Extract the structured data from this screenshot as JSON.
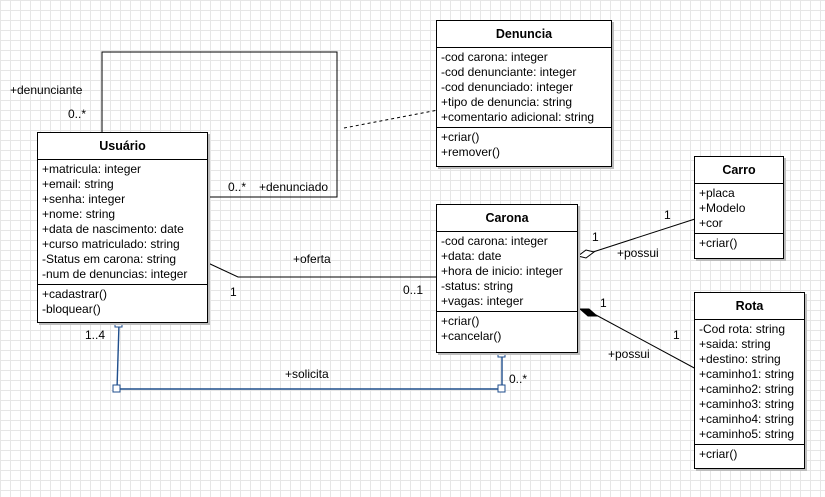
{
  "classes": {
    "denuncia": {
      "name": "Denuncia",
      "attributes": [
        "-cod carona: integer",
        "-cod denunciante: integer",
        "-cod denunciado: integer",
        "+tipo de denuncia: string",
        "+comentario adicional: string"
      ],
      "methods": [
        "+criar()",
        "+remover()"
      ]
    },
    "usuario": {
      "name": "Usuário",
      "attributes": [
        "+matricula: integer",
        "+email: string",
        "+senha: integer",
        "+nome: string",
        "+data de nascimento: date",
        "+curso matriculado: string",
        "-Status em carona: string",
        "-num de denuncias: integer"
      ],
      "methods": [
        "+cadastrar()",
        "-bloquear()"
      ]
    },
    "carro": {
      "name": "Carro",
      "attributes": [
        "+placa",
        "+Modelo",
        "+cor"
      ],
      "methods": [
        "+criar()"
      ]
    },
    "carona": {
      "name": "Carona",
      "attributes": [
        "-cod carona: integer",
        "+data: date",
        "+hora de inicio: integer",
        "-status: string",
        "+vagas: integer"
      ],
      "methods": [
        "+criar()",
        "+cancelar()"
      ]
    },
    "rota": {
      "name": "Rota",
      "attributes": [
        "-Cod rota: string",
        "+saida: string",
        "+destino: string",
        "+caminho1: string",
        "+caminho2: string",
        "+caminho3: string",
        "+caminho4: string",
        "+caminho5: string"
      ],
      "methods": [
        "+criar()"
      ]
    }
  },
  "labels": {
    "denunciante_role": "+denunciante",
    "denunciante_mult": "0..*",
    "denunciado_mult": "0..*",
    "denunciado_role": "+denunciado",
    "oferta_role": "+oferta",
    "oferta_mult_usuario": "1",
    "oferta_mult_carona": "0..1",
    "carro_mult_carro": "1",
    "carro_mult_carona": "1",
    "carro_role": "+possui",
    "rota_mult_carona": "1",
    "rota_mult_rota": "1",
    "rota_role": "+possui",
    "solicita_mult_usuario": "1..4",
    "solicita_role": "+solicita",
    "solicita_mult_carona": "0..*"
  }
}
